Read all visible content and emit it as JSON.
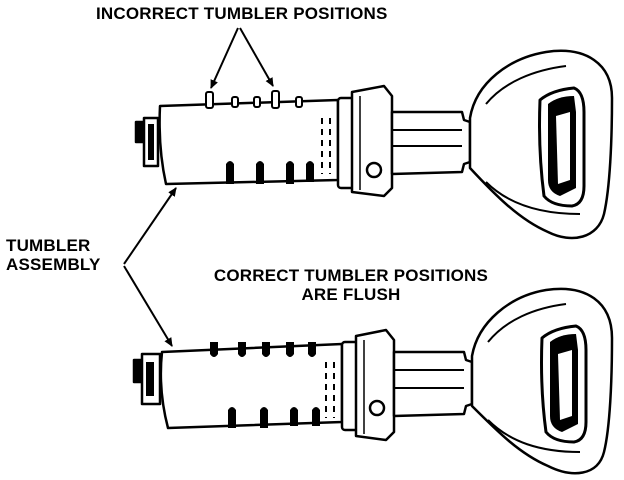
{
  "labels": {
    "incorrect": "INCORRECT TUMBLER POSITIONS",
    "assembly_line1": "TUMBLER",
    "assembly_line2": "ASSEMBLY",
    "correct_line1": "CORRECT TUMBLER POSITIONS",
    "correct_line2": "ARE FLUSH"
  },
  "colors": {
    "ink": "#000000",
    "paper": "#ffffff"
  },
  "assemblies": [
    {
      "state": "incorrect",
      "tumblers_raised": 2
    },
    {
      "state": "correct",
      "tumblers_raised": 0
    }
  ]
}
